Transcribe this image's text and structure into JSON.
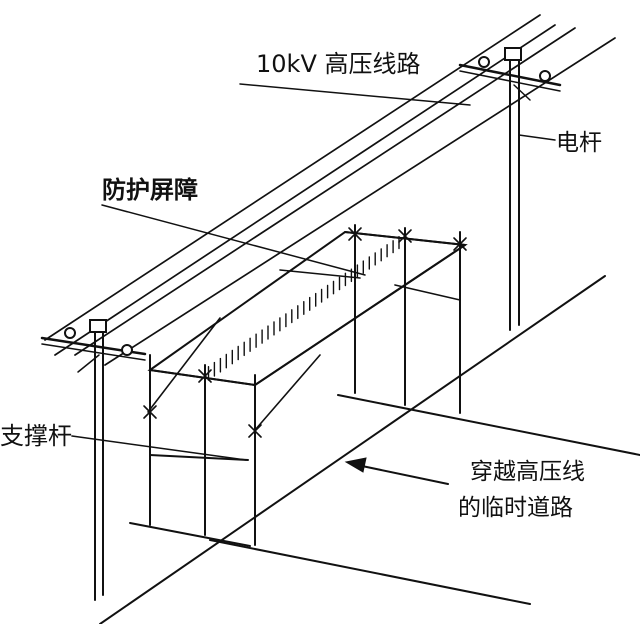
{
  "labels": {
    "high_voltage_line": "10kV 高压线路",
    "utility_pole": "电杆",
    "protective_screen": "防护屏障",
    "support_pole": "支撑杆",
    "road_line1": "穿越高压线",
    "road_line2": "的临时道路"
  },
  "colors": {
    "ink": "#111111",
    "background": "#ffffff"
  }
}
